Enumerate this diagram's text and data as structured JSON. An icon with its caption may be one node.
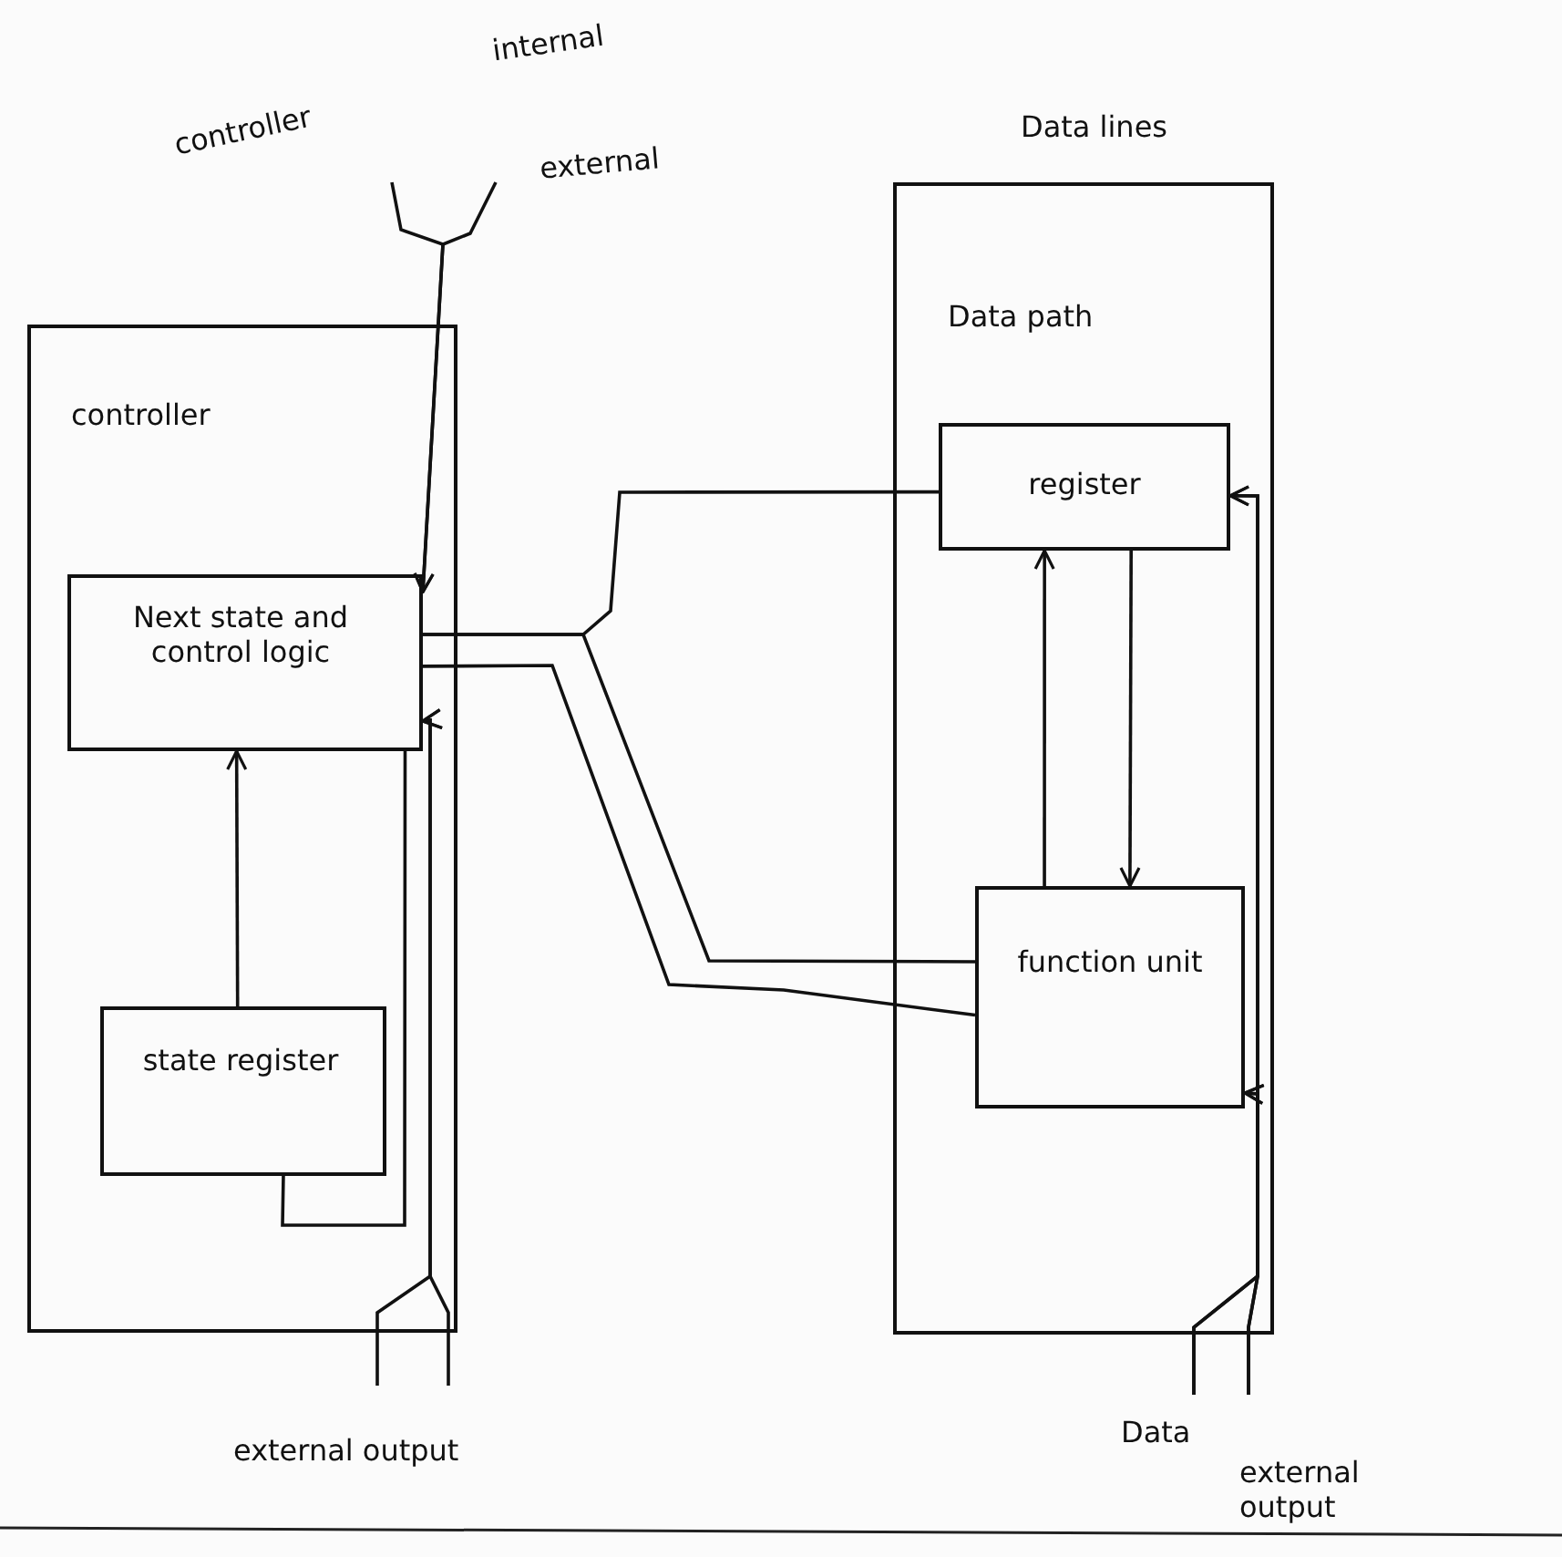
{
  "diagram": {
    "nodes": [
      {
        "text": [
          "controller"
        ]
      },
      {
        "text": [
          "Next state and control logic"
        ],
        "in": 0
      },
      {
        "text": [
          "state register"
        ],
        "in": 0
      },
      {
        "text": [
          "Data path"
        ]
      },
      {
        "text": [
          "register"
        ],
        "in": 3
      },
      {
        "text": [
          "function unit"
        ],
        "in": 3
      }
    ],
    "edges": [
      {
        "from": 2,
        "to": 1,
        "arrow": "to"
      },
      {
        "from": 1,
        "to": 2,
        "arrow": "none"
      },
      {
        "from": 1,
        "to": 4,
        "arrow": "none"
      },
      {
        "from": 1,
        "to": 5,
        "arrow": "none"
      },
      {
        "from": 1,
        "to": 5,
        "arrow": "none"
      },
      {
        "from": 4,
        "to": 5,
        "arrow": "to"
      },
      {
        "from": 5,
        "to": 4,
        "arrow": "to"
      },
      {
        "from": null,
        "to": 1,
        "arrow": "to"
      },
      {
        "from": null,
        "to": 1,
        "arrow": "to"
      },
      {
        "from": null,
        "to": 1,
        "arrow": "to"
      },
      {
        "from": null,
        "to": 1,
        "arrow": "to"
      },
      {
        "from": null,
        "to": 4,
        "arrow": "to"
      },
      {
        "from": null,
        "to": 4,
        "arrow": "to"
      },
      {
        "from": null,
        "to": 5,
        "arrow": "to"
      },
      {
        "from": null,
        "to": 5,
        "arrow": "to"
      }
    ],
    "labels": [
      "controller",
      "internal",
      "external",
      "Data lines",
      "external output",
      "Data",
      "external output"
    ]
  }
}
